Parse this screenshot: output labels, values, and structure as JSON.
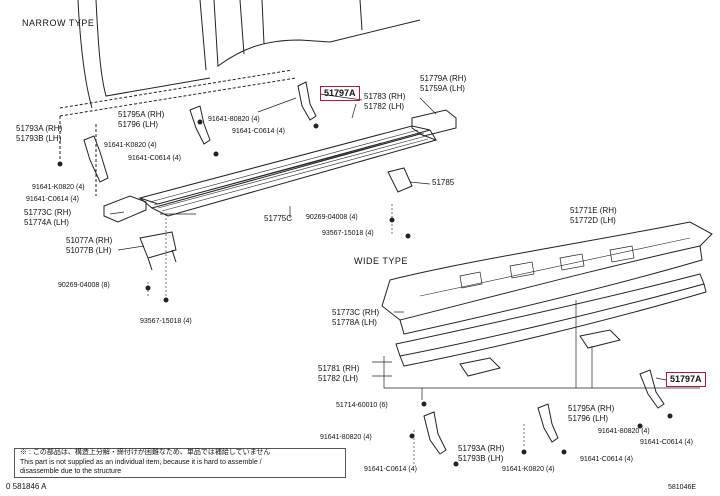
{
  "types": {
    "narrow": "NARROW TYPE",
    "wide": "WIDE TYPE"
  },
  "labels": {
    "p51797A_top": "51797A",
    "p51797A_bot": "51797A",
    "p51783_rh": "51783 (RH)",
    "p51782_lh_top": "51782 (LH)",
    "p51779A": "51779A (RH)",
    "p51759A": "51759A (LH)",
    "p51795A_top": "51795A (RH)",
    "p51796_top": "51796 (LH)",
    "p91641_80820_top": "91641-80820 (4)",
    "p91641_C0614_top": "91641-C0614 (4)",
    "p51793A_top": "51793A (RH)",
    "p51793B_top": "51793B (LH)",
    "p91641_K0820_left": "91641-K0820 (4)",
    "p91641_C0614_left": "91641-C0614 (4)",
    "p91641_K0820_mid": "91641-K0820 (4)",
    "p91641_C0614_mid": "91641-C0614 (4)",
    "p51785": "51785",
    "p51773C_top": "51773C (RH)",
    "p51774A": "51774A (LH)",
    "p51775C": "51775C",
    "p90269_04008_mid": "90269-04008 (4)",
    "p93567_15018_mid": "93567-15018 (4)",
    "p51077A": "51077A (RH)",
    "p51077B": "51077B (LH)",
    "p90269_04008_left": "90269-04008 (8)",
    "p93567_15018_left": "93567-15018 (4)",
    "p51771E": "51771E (RH)",
    "p51772D": "51772D (LH)",
    "p51773C_wide": "51773C (RH)",
    "p51778A": "51778A (LH)",
    "p51781": "51781 (RH)",
    "p51782_wide": "51782 (LH)",
    "p51714_60010": "51714-60010 (6)",
    "p51795A_bot": "51795A (RH)",
    "p51796_bot": "51796 (LH)",
    "p91641_80820_bot_r": "91641-80820 (4)",
    "p91641_C0614_bot_r": "91641-C0614 (4)",
    "p91641_80820_bot_l": "91641-80820 (4)",
    "p51793A_bot": "51793A (RH)",
    "p51793B_bot": "51793B (LH)",
    "p91641_C0614_bot_l": "91641-C0614 (4)",
    "p91641_K0820_bot": "91641-K0820 (4)",
    "p91641_C0614_bot_c": "91641-C0614 (4)"
  },
  "note": {
    "line1": "※ : この部品は、構造上分解・締付けが困難なため、単品では補給していません",
    "line2": "This part is not supplied as an individual item, because it is hard to assemble /",
    "line3": "disassemble due to the structure"
  },
  "footer": {
    "code_left": "0 581846 A",
    "code_right": "581046E"
  },
  "highlight_color": "#b0183a"
}
